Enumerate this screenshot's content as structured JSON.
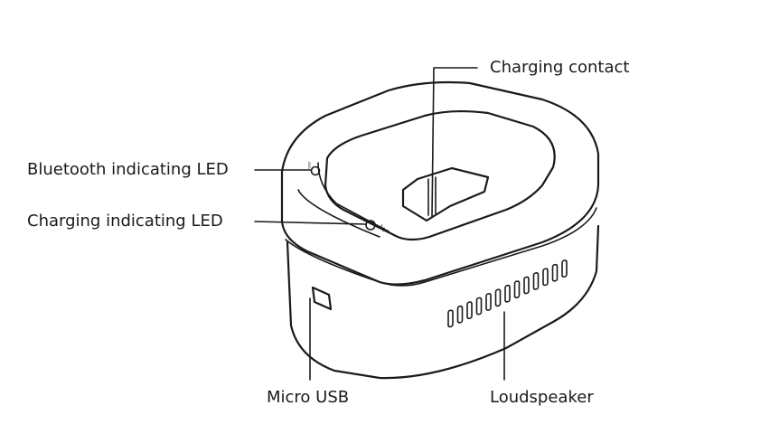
{
  "labels": {
    "charging_contact": "Charging contact",
    "bluetooth_led": "Bluetooth indicating LED",
    "charging_led": "Charging indicating LED",
    "micro_usb": "Micro USB",
    "loudspeaker": "Loudspeaker"
  },
  "speaker_grille_slots": 13,
  "colors": {
    "line": "#1a1a1a",
    "background": "#ffffff"
  }
}
